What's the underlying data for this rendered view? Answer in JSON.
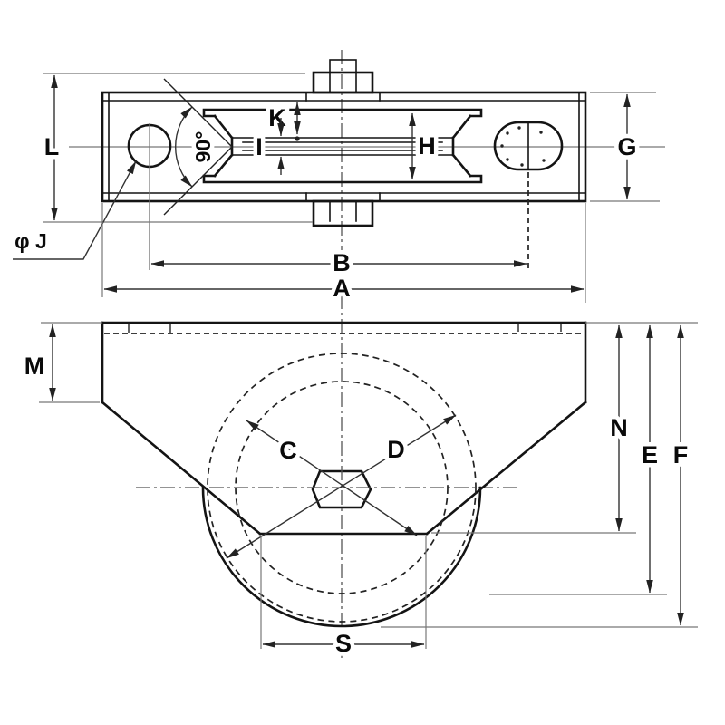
{
  "drawing": {
    "background": "#ffffff",
    "line_color": "#141414",
    "dim_color": "#333333",
    "labels": {
      "l": "L",
      "k": "K",
      "i": "I",
      "h": "H",
      "g": "G",
      "angle": "90°",
      "hole_dia": "φ J",
      "b": "B",
      "a": "A",
      "m": "M",
      "c": "C",
      "d": "D",
      "n": "N",
      "e": "E",
      "f": "F",
      "s": "S"
    }
  }
}
